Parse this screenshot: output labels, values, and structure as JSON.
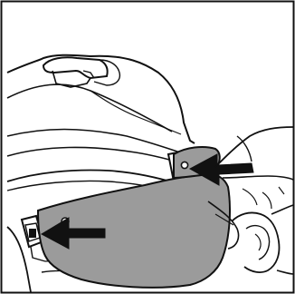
{
  "illustration": {
    "palette": {
      "line": "#111111",
      "visor_fill": "#9b9b9b",
      "shell_fill": "#ffffff",
      "arrow_fill": "#111111"
    },
    "icons": [
      "helmet-shell",
      "visor-shield",
      "right-arrow",
      "left-arrow",
      "hand"
    ]
  }
}
